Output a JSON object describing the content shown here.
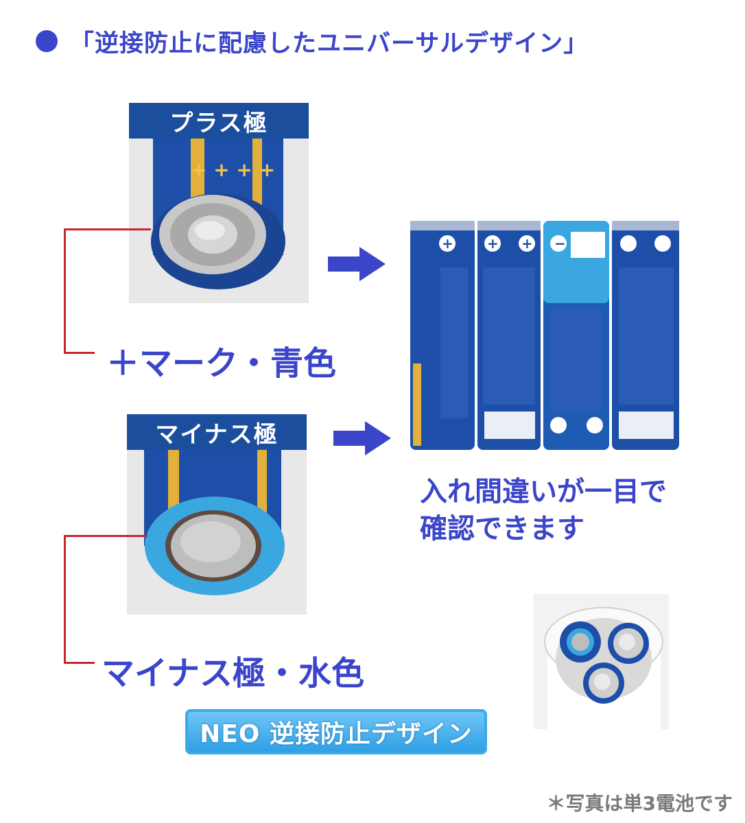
{
  "headline": "「逆接防止に配慮したユニバーサルデザイン」",
  "plus": {
    "label": "プラス極",
    "caption": "＋マーク・青色"
  },
  "minus": {
    "label": "マイナス極",
    "caption": "マイナス極・水色"
  },
  "result_caption_line1": "入れ間違いが一目で",
  "result_caption_line2": "確認できます",
  "badge": "NEO 逆接防止デザイン",
  "footnote": "＊写真は単3電池です",
  "colors": {
    "accent_blue": "#3a45c9",
    "label_navy": "#1b4e9c",
    "connector_red": "#c7262b",
    "battery_blue": "#1d4fa8",
    "battery_light": "#3aa7e0"
  },
  "icons": [
    "bullet-dot-icon",
    "arrow-right-icon"
  ]
}
